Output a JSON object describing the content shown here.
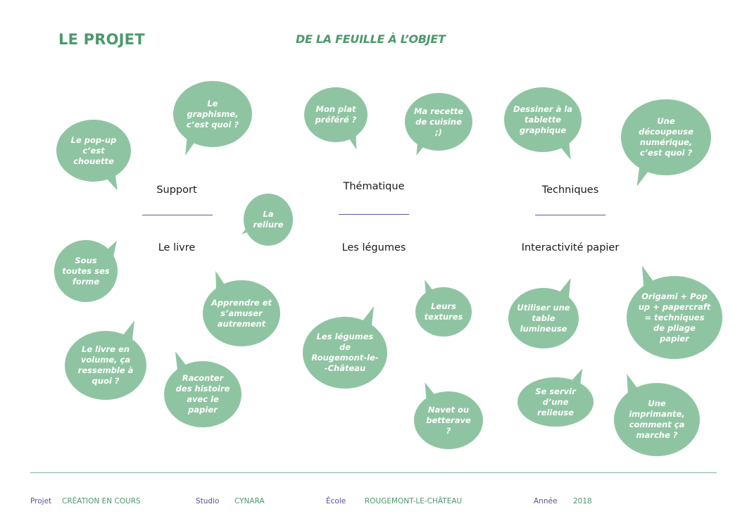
{
  "header": {
    "title": "LE PROJET",
    "subtitle": "DE LA FEUILLE À L’OBJET"
  },
  "columns": [
    {
      "heading": "Support",
      "item": "Le livre"
    },
    {
      "heading": "Thématique",
      "item": "Les légumes"
    },
    {
      "heading": "Techniques",
      "item": "Interactivité papier"
    }
  ],
  "bubbles": [
    {
      "text": "Le pop-up c’est chouette"
    },
    {
      "text": "Le graphisme, c’est quoi ?"
    },
    {
      "text": "Mon plat préféré ?"
    },
    {
      "text": "Ma recette de cuisine ;)"
    },
    {
      "text": "Dessiner à la tablette graphique"
    },
    {
      "text": "Une découpeuse numérique, c’est quoi ?"
    },
    {
      "text": "La reliure"
    },
    {
      "text": "Sous toutes ses forme"
    },
    {
      "text": "Apprendre et s’amuser autrement"
    },
    {
      "text": "Le livre en volume, ça ressemble à quoi ?"
    },
    {
      "text": "Raconter des histoire avec le papier"
    },
    {
      "text": "Les légumes de Rougemont-le--Château"
    },
    {
      "text": "Leurs textures"
    },
    {
      "text": "Navet ou betterave ?"
    },
    {
      "text": "Utiliser une table lumineuse"
    },
    {
      "text": "Origami + Pop up + papercraft = techniques de pliage papier"
    },
    {
      "text": "Se servir d’une relieuse"
    },
    {
      "text": "Une imprimante, comment ça marche ?"
    }
  ],
  "footer": {
    "projet_label": "Projet",
    "projet_value": "CRÉATION EN COURS",
    "studio_label": "Studio",
    "studio_value": "CYNARA",
    "ecole_label": "École",
    "ecole_value": "ROUGEMONT-LE-CHÂTEAU",
    "annee_label": "Année",
    "annee_value": "2018"
  },
  "colors": {
    "accent_green": "#4a9a6a",
    "bubble_green": "#8fc4a2",
    "rule_blue": "#5a5aa0",
    "footer_label_purple": "#5a4fa0"
  }
}
